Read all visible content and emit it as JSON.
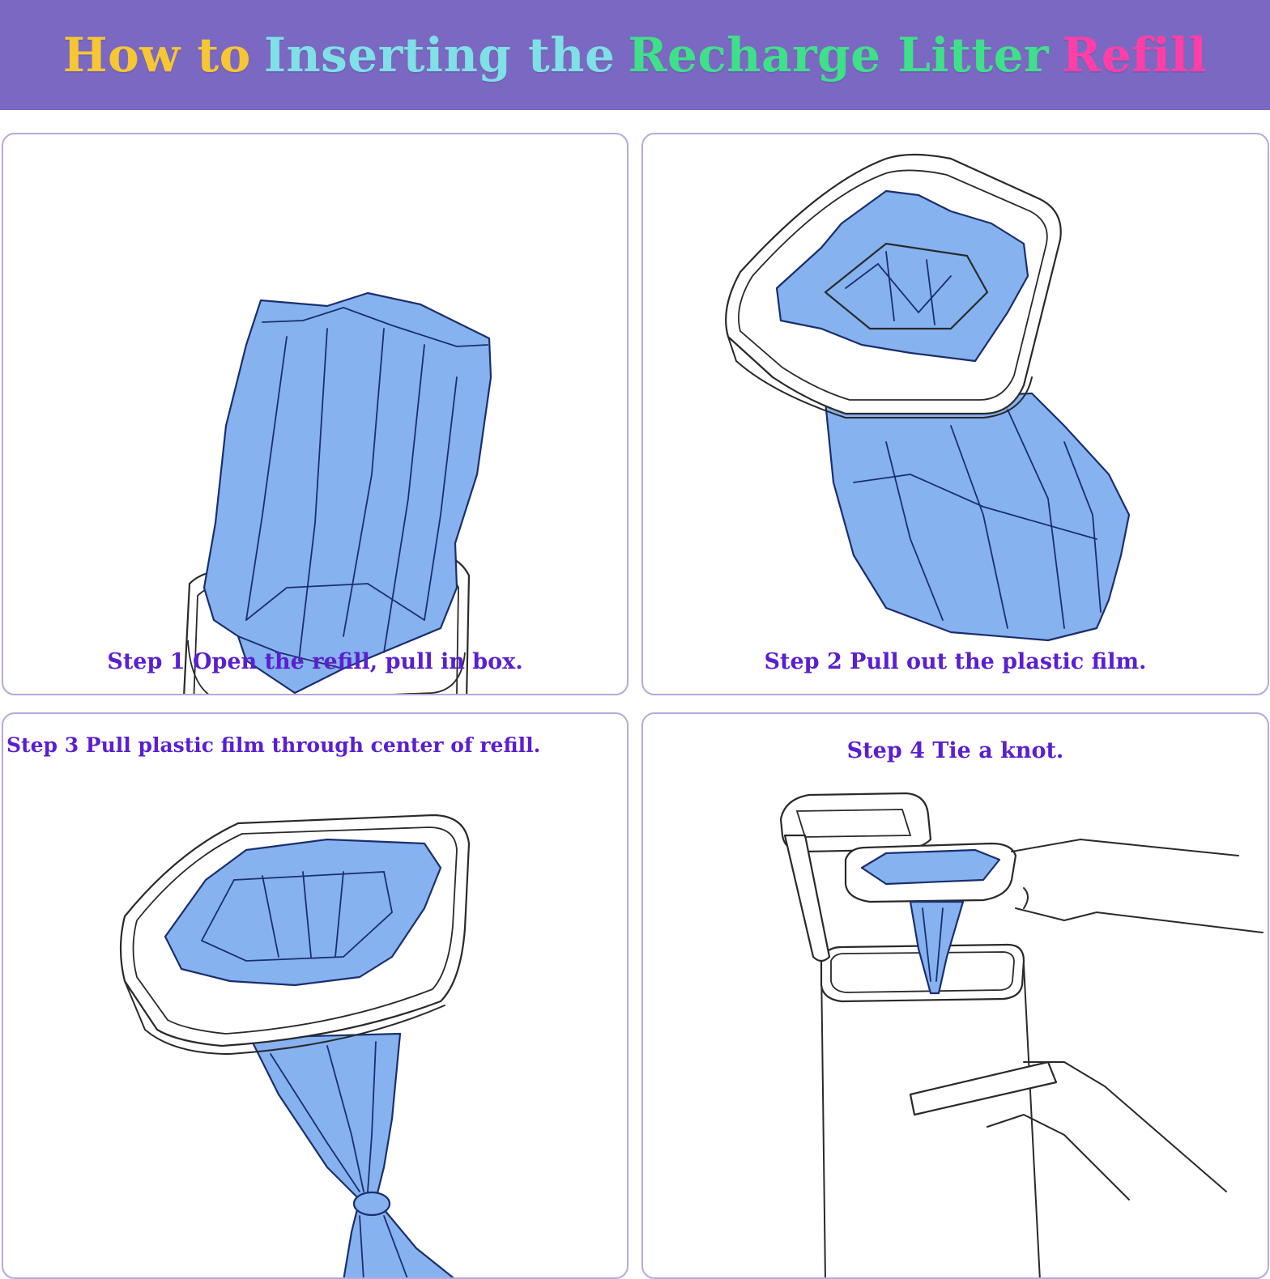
{
  "title": {
    "parts": [
      {
        "text": "How to",
        "color": "#f7c634"
      },
      {
        "text": "Inserting the",
        "color": "#7fe0e6"
      },
      {
        "text": "Recharge Litter",
        "color": "#3fe08a"
      },
      {
        "text": "Refill",
        "color": "#ff3fa6"
      }
    ]
  },
  "colors": {
    "banner": "#7b68c2",
    "panel_border": "#b9a7dc",
    "caption": "#5a1fd1",
    "bag": "#86b2ef"
  },
  "steps": [
    {
      "caption": "Step 1  Open the refill, pull in box."
    },
    {
      "caption": "Step 2  Pull out the plastic film."
    },
    {
      "caption": "Step 3  Pull plastic film through center of refill."
    },
    {
      "caption": "Step 4  Tie a knot."
    }
  ]
}
